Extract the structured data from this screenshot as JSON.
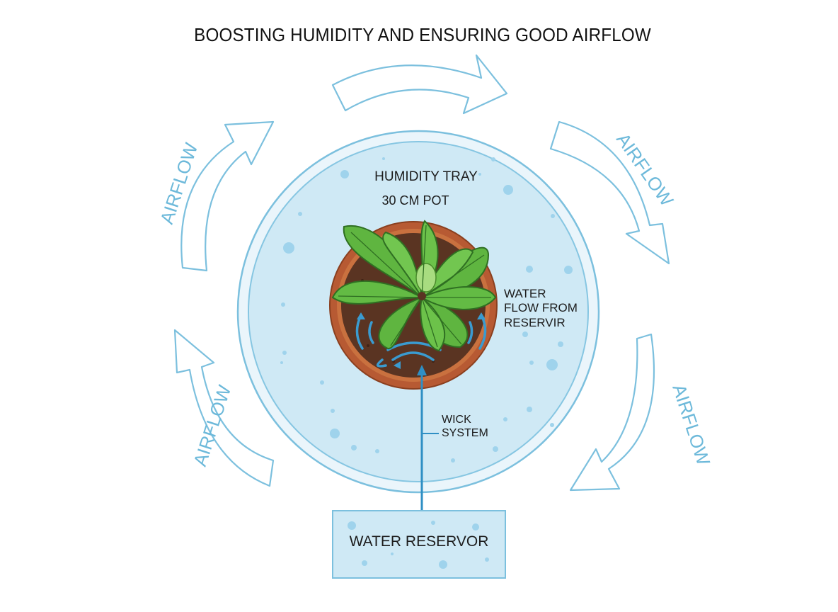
{
  "title": "BOOSTING HUMIDITY AND ENSURING GOOD AIRFLOW",
  "labels": {
    "humidity_tray": "HUMIDITY TRAY",
    "pot": "30 CM POT",
    "water_flow": "WATER FLOW FROM RESERVIR",
    "wick": "WICK SYSTEM",
    "reservoir": "WATER RESERVOR",
    "airflow_top_left": "AIRFLOW",
    "airflow_top_right": "AIRFLOW",
    "airflow_bottom_left": "AIRFLOW",
    "airflow_bottom_right": "AIRFLOW"
  },
  "colors": {
    "water": "#cfe9f5",
    "outline": "#6db9da",
    "flow_arrow": "#2f8fc4",
    "pot": "#b75a33",
    "soil": "#5a3422",
    "leaf": "#5fb540",
    "leaf_vein": "#2f6f22"
  }
}
